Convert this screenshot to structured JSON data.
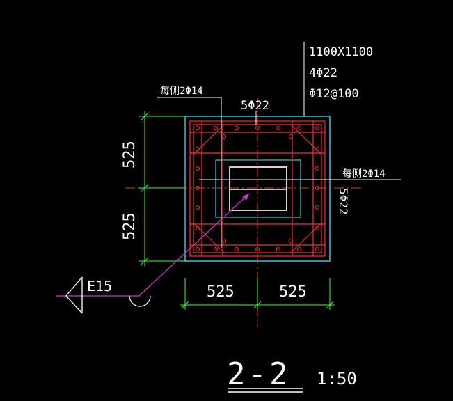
{
  "drawing": {
    "section_title": "2-2",
    "scale": "1:50",
    "column_size": "1100X1100",
    "main_bars": "4Φ22",
    "stirrups": "Φ12@100",
    "top_bars": "5Φ22",
    "side_bars_right": "5Φ22",
    "side_bar_note_left": "每侧2Φ14",
    "side_bar_note_right": "每侧2Φ14",
    "dim_vertical_top": "525",
    "dim_vertical_bottom": "525",
    "dim_horizontal_left": "525",
    "dim_horizontal_right": "525",
    "detail_callout": "E15"
  },
  "colors": {
    "background": "#000000",
    "text": "#ffffff",
    "rebar": "#ff2a2a",
    "outline": "#33c6d8",
    "dimension": "#33ff33",
    "leader": "#cc33cc"
  }
}
